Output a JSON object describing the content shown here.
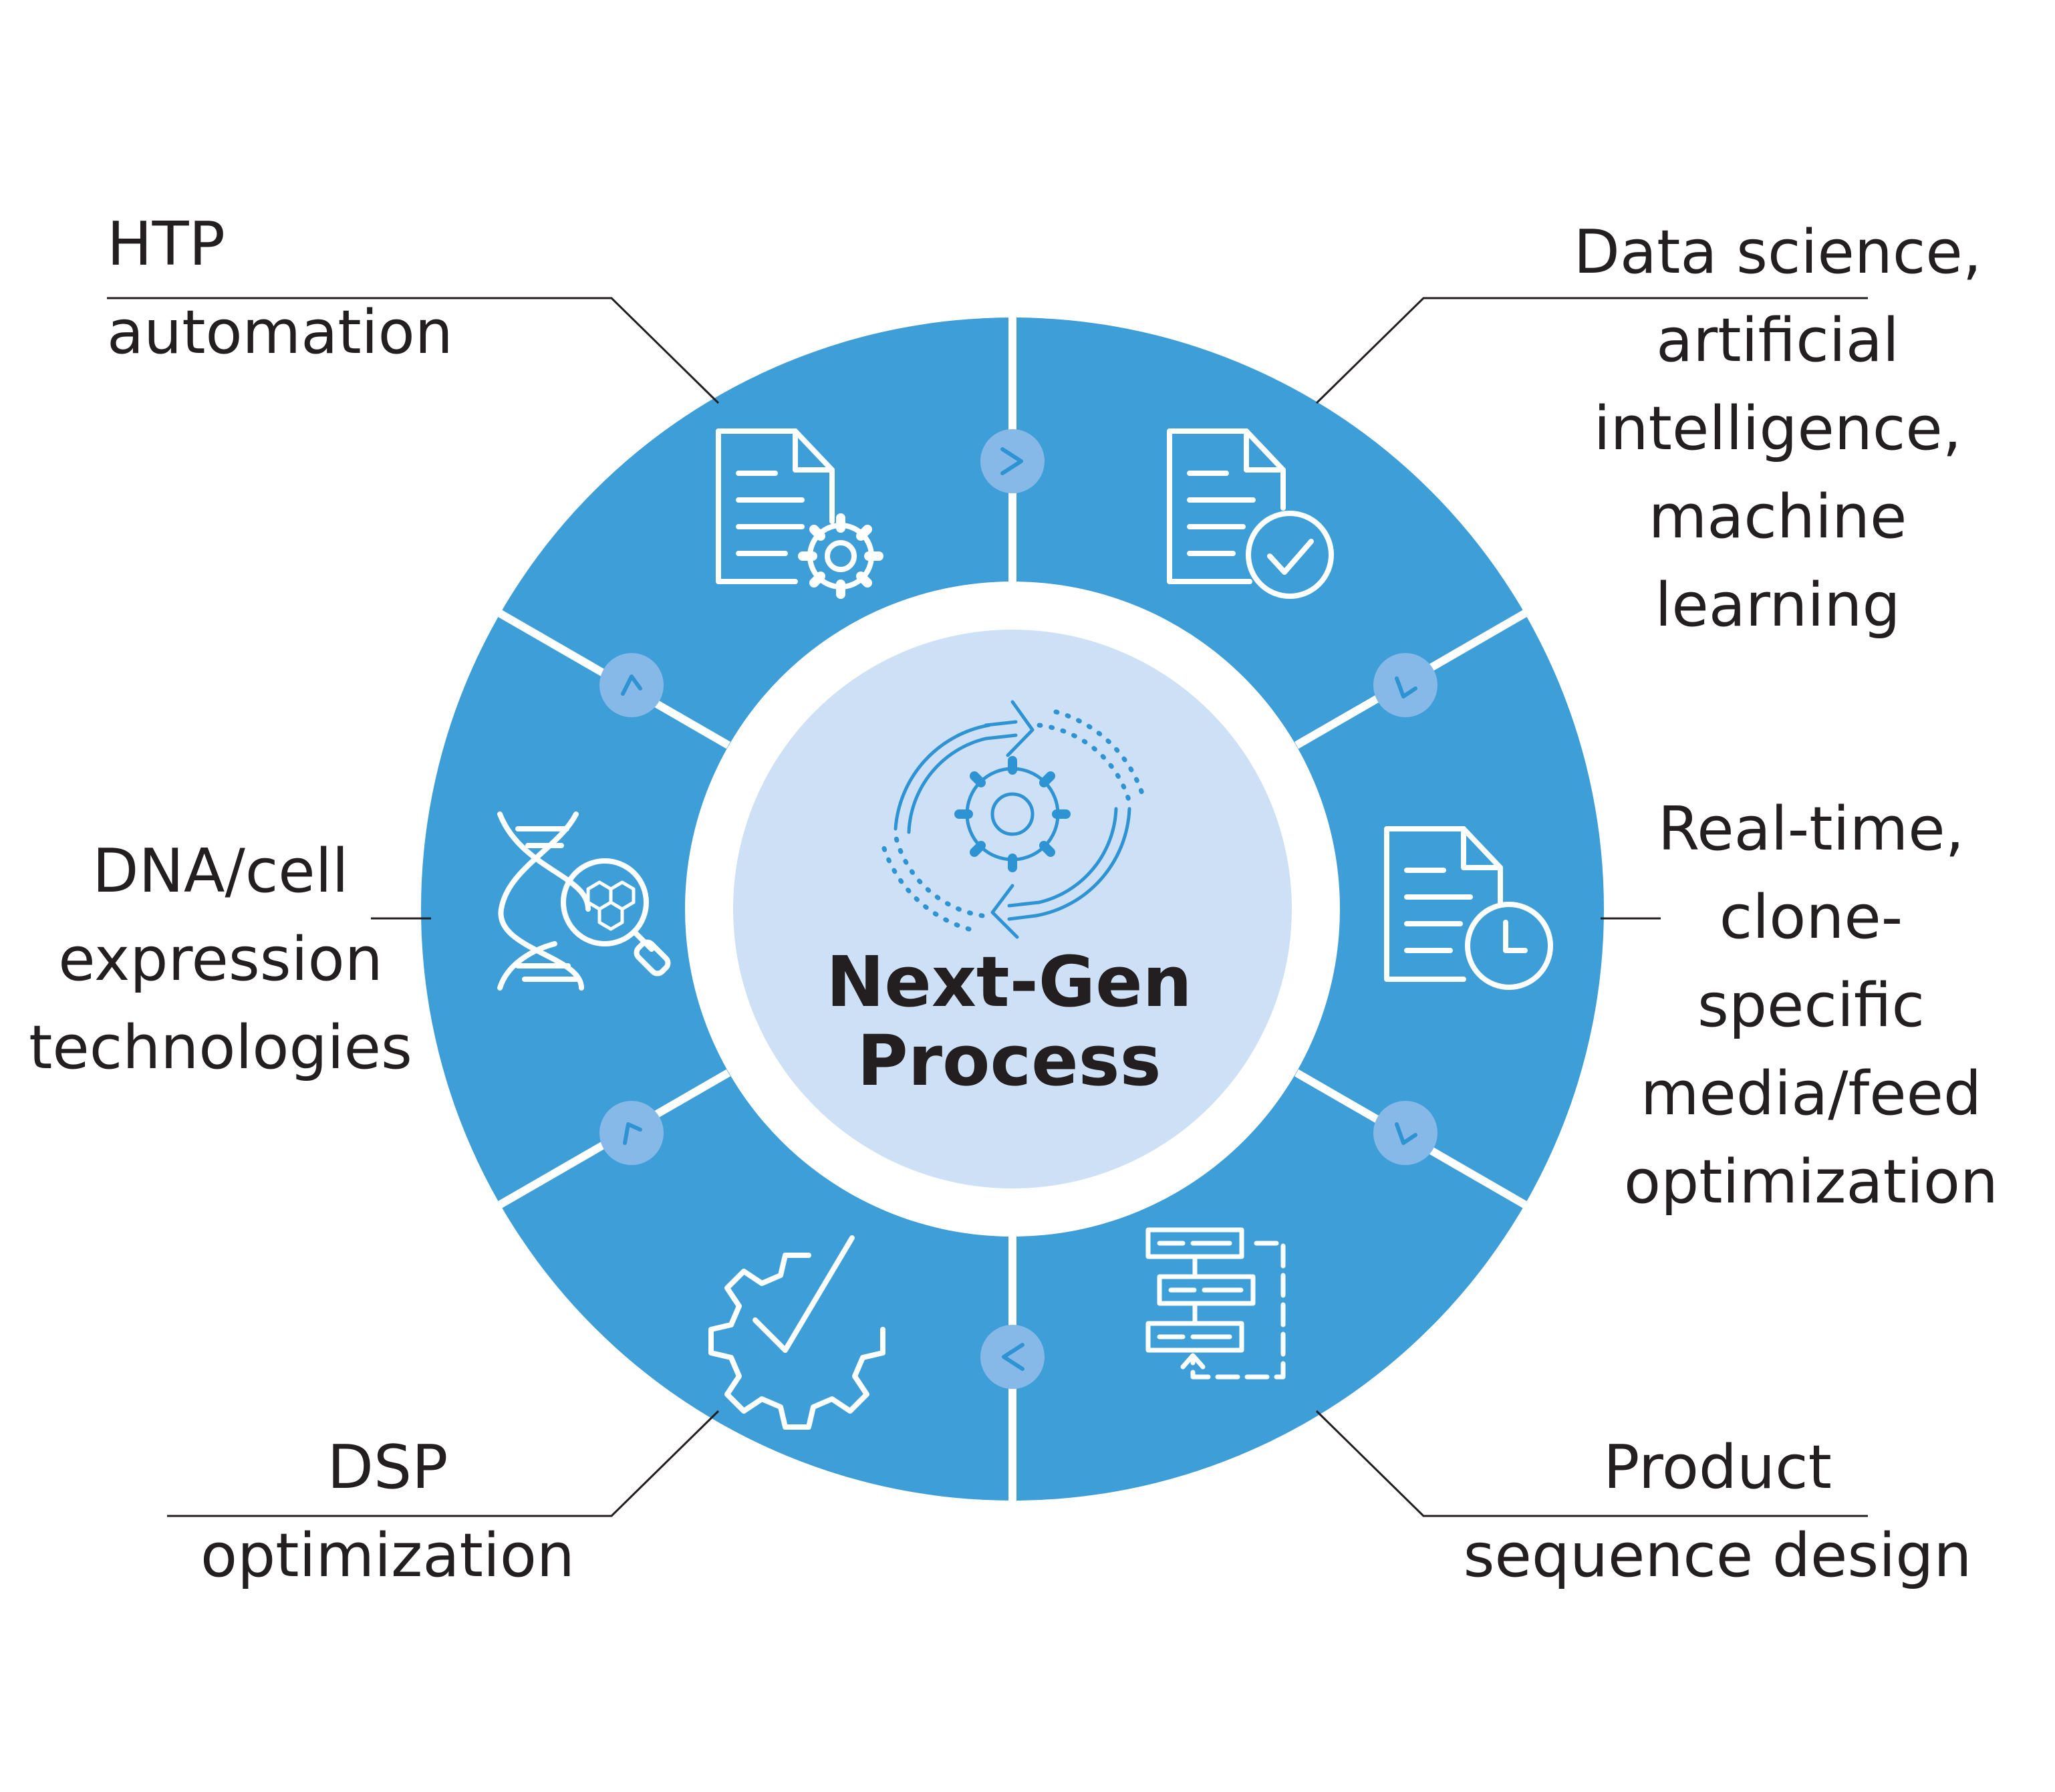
{
  "center": {
    "title_line1": "Next-Gen",
    "title_line2": "Process"
  },
  "segments": [
    {
      "lines": [
        "HTP",
        "automation"
      ],
      "icon": "document-gear-icon"
    },
    {
      "lines": [
        "Data science,",
        "artificial",
        "intelligence,",
        "machine",
        "learning"
      ],
      "icon": "document-check-icon"
    },
    {
      "lines": [
        "Real-time,",
        "clone-",
        "specific",
        "media/feed",
        "optimization"
      ],
      "icon": "document-clock-icon"
    },
    {
      "lines": [
        "Product",
        "sequence design"
      ],
      "icon": "flowchart-icon"
    },
    {
      "lines": [
        "DSP",
        "optimization"
      ],
      "icon": "gear-check-icon"
    },
    {
      "lines": [
        "DNA/cell",
        "expression",
        "technologies"
      ],
      "icon": "dna-magnifier-icon"
    }
  ],
  "colors": {
    "ring": "#3e9fd8",
    "center_fill": "#cde0f5",
    "connector_dot": "#86b9e8",
    "icon_blue": "#2e93d3",
    "text": "#231f20"
  }
}
